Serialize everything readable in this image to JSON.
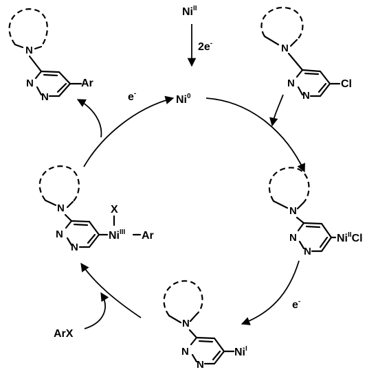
{
  "reagents": {
    "ni_ii": {
      "base": "Ni",
      "sup": "II"
    },
    "reductant": {
      "base": "2e",
      "sup": "-"
    },
    "ni_0": {
      "base": "Ni",
      "sup": "0"
    },
    "electron_left": {
      "base": "e",
      "sup": "-"
    },
    "electron_right": {
      "base": "e",
      "sup": "-"
    },
    "aryl_halide": "ArX"
  },
  "atoms": {
    "N": "N",
    "Cl": "Cl",
    "Ar": "Ar",
    "X": "X",
    "Ni": "Ni"
  },
  "species": {
    "product": {
      "substituent": "Ar"
    },
    "substrate": {
      "substituent": "Cl"
    },
    "oxidative_adduct": {
      "metal": "Ni",
      "metal_ox": "II",
      "ligand": "Cl"
    },
    "ni_i_complex": {
      "metal": "Ni",
      "metal_ox": "I"
    },
    "ni_iii_complex": {
      "metal": "Ni",
      "metal_ox": "III",
      "top_ligand": "X",
      "aryl": "Ar"
    }
  }
}
